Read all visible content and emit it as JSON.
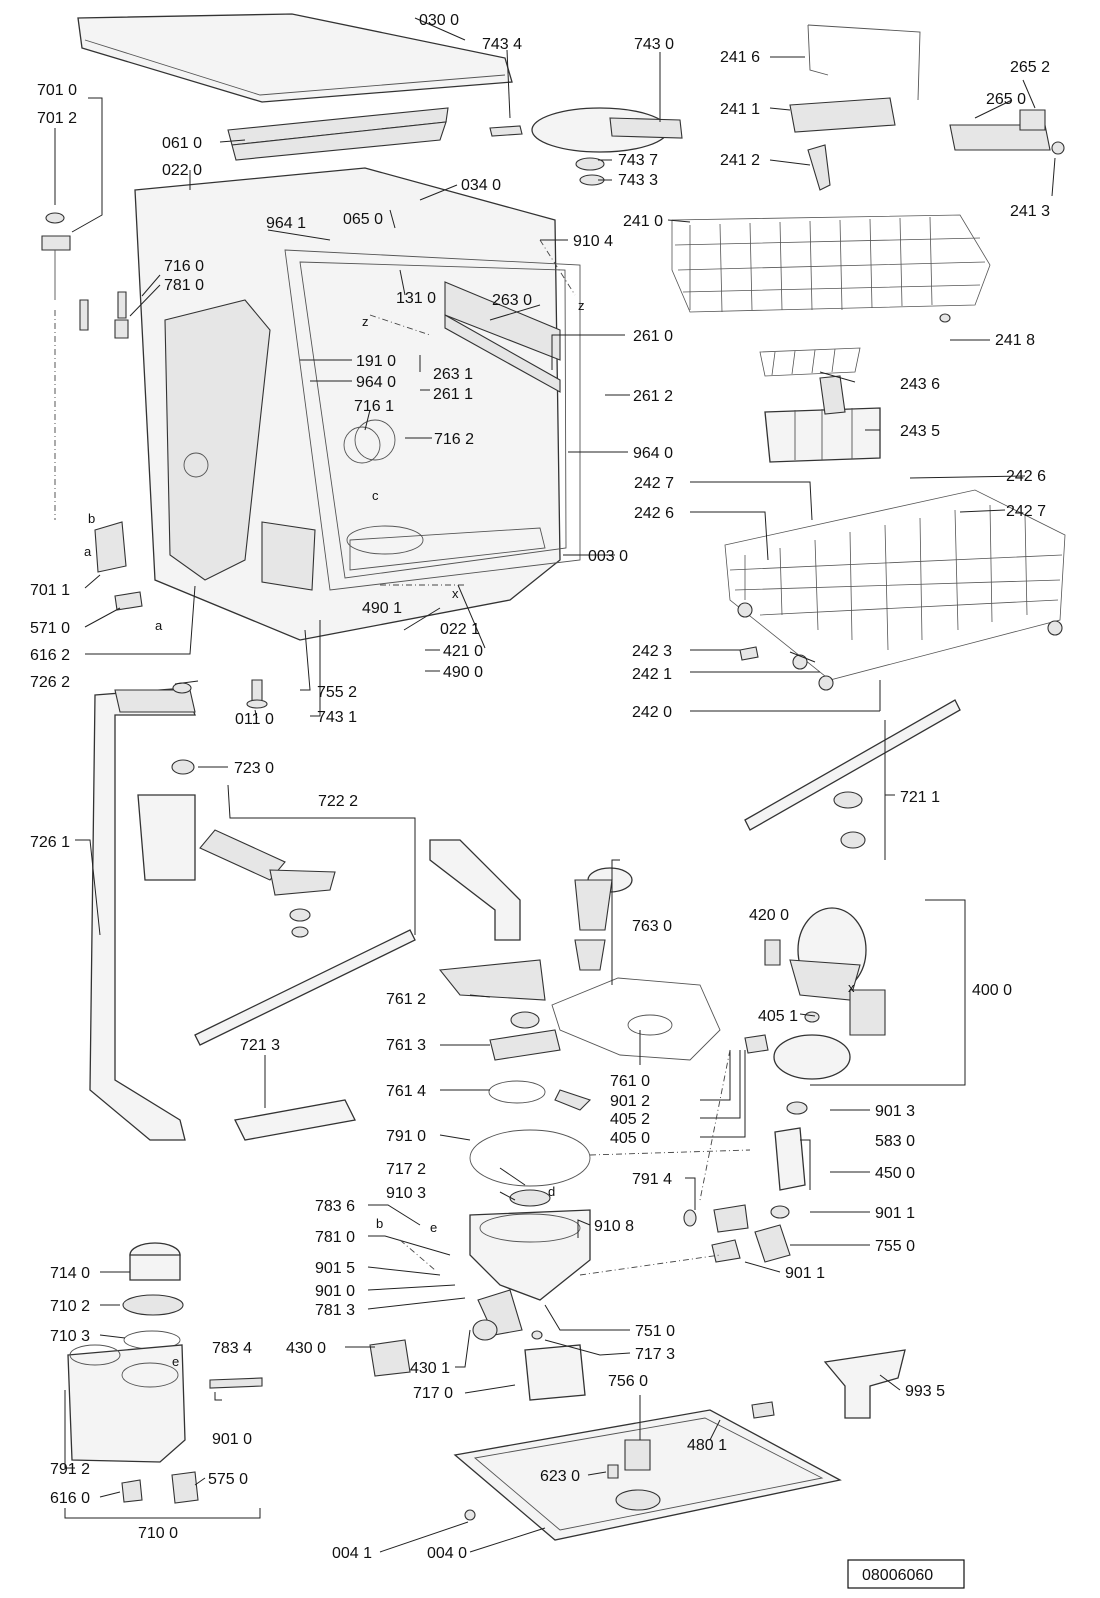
{
  "labels": [
    {
      "id": "0300",
      "text": "030 0"
    },
    {
      "id": "7434",
      "text": "743 4"
    },
    {
      "id": "7430",
      "text": "743 0"
    },
    {
      "id": "2416",
      "text": "241 6"
    },
    {
      "id": "2652",
      "text": "265 2"
    },
    {
      "id": "2650",
      "text": "265 0"
    },
    {
      "id": "7010",
      "text": "701 0"
    },
    {
      "id": "7012",
      "text": "701 2"
    },
    {
      "id": "2411",
      "text": "241 1"
    },
    {
      "id": "0610",
      "text": "061 0"
    },
    {
      "id": "7437",
      "text": "743 7"
    },
    {
      "id": "2412",
      "text": "241 2"
    },
    {
      "id": "0220",
      "text": "022 0"
    },
    {
      "id": "7433",
      "text": "743 3"
    },
    {
      "id": "0340",
      "text": "034 0"
    },
    {
      "id": "2413",
      "text": "241 3"
    },
    {
      "id": "9641a",
      "text": "964 1"
    },
    {
      "id": "0650",
      "text": "065 0"
    },
    {
      "id": "2410",
      "text": "241 0"
    },
    {
      "id": "9104",
      "text": "910 4"
    },
    {
      "id": "7160",
      "text": "716 0"
    },
    {
      "id": "7810a",
      "text": "781 0"
    },
    {
      "id": "1310",
      "text": "131 0"
    },
    {
      "id": "2630",
      "text": "263 0"
    },
    {
      "id": "2418",
      "text": "241 8"
    },
    {
      "id": "2610",
      "text": "261 0"
    },
    {
      "id": "1910",
      "text": "191 0"
    },
    {
      "id": "2631",
      "text": "263 1"
    },
    {
      "id": "9640a",
      "text": "964 0"
    },
    {
      "id": "2611",
      "text": "261 1"
    },
    {
      "id": "2436",
      "text": "243 6"
    },
    {
      "id": "2612",
      "text": "261 2"
    },
    {
      "id": "7161",
      "text": "716 1"
    },
    {
      "id": "7162",
      "text": "716 2"
    },
    {
      "id": "2435",
      "text": "243 5"
    },
    {
      "id": "9640b",
      "text": "964 0"
    },
    {
      "id": "2427a",
      "text": "242 7"
    },
    {
      "id": "2426a",
      "text": "242 6"
    },
    {
      "id": "2426b",
      "text": "242 6"
    },
    {
      "id": "2427b",
      "text": "242 7"
    },
    {
      "id": "0030",
      "text": "003 0"
    },
    {
      "id": "7011",
      "text": "701 1"
    },
    {
      "id": "4901",
      "text": "490 1"
    },
    {
      "id": "5710",
      "text": "571 0"
    },
    {
      "id": "0221",
      "text": "022 1"
    },
    {
      "id": "2423",
      "text": "242 3"
    },
    {
      "id": "4210",
      "text": "421 0"
    },
    {
      "id": "6162",
      "text": "616 2"
    },
    {
      "id": "2421",
      "text": "242 1"
    },
    {
      "id": "4900",
      "text": "490 0"
    },
    {
      "id": "7262",
      "text": "726 2"
    },
    {
      "id": "7552",
      "text": "755 2"
    },
    {
      "id": "2420",
      "text": "242 0"
    },
    {
      "id": "0110",
      "text": "011 0"
    },
    {
      "id": "7431",
      "text": "743 1"
    },
    {
      "id": "7230",
      "text": "723 0"
    },
    {
      "id": "7222",
      "text": "722 2"
    },
    {
      "id": "7211",
      "text": "721 1"
    },
    {
      "id": "7261",
      "text": "726 1"
    },
    {
      "id": "7630",
      "text": "763 0"
    },
    {
      "id": "4200",
      "text": "420 0"
    },
    {
      "id": "4000",
      "text": "400 0"
    },
    {
      "id": "7612",
      "text": "761 2"
    },
    {
      "id": "4051",
      "text": "405 1"
    },
    {
      "id": "7213",
      "text": "721 3"
    },
    {
      "id": "7613",
      "text": "761 3"
    },
    {
      "id": "7610",
      "text": "761 0"
    },
    {
      "id": "7614",
      "text": "761 4"
    },
    {
      "id": "9012",
      "text": "901 2"
    },
    {
      "id": "4052",
      "text": "405 2"
    },
    {
      "id": "9013",
      "text": "901 3"
    },
    {
      "id": "4050",
      "text": "405 0"
    },
    {
      "id": "7910",
      "text": "791 0"
    },
    {
      "id": "5830",
      "text": "583 0"
    },
    {
      "id": "7172",
      "text": "717 2"
    },
    {
      "id": "4500",
      "text": "450 0"
    },
    {
      "id": "7914",
      "text": "791 4"
    },
    {
      "id": "9103",
      "text": "910 3"
    },
    {
      "id": "7836",
      "text": "783 6"
    },
    {
      "id": "9108",
      "text": "910 8"
    },
    {
      "id": "9011a",
      "text": "901 1"
    },
    {
      "id": "7810b",
      "text": "781 0"
    },
    {
      "id": "7550",
      "text": "755 0"
    },
    {
      "id": "7140",
      "text": "714 0"
    },
    {
      "id": "9015",
      "text": "901 5"
    },
    {
      "id": "9011b",
      "text": "901 1"
    },
    {
      "id": "9010a",
      "text": "901 0"
    },
    {
      "id": "7102",
      "text": "710 2"
    },
    {
      "id": "7813",
      "text": "781 3"
    },
    {
      "id": "7510",
      "text": "751 0"
    },
    {
      "id": "7103",
      "text": "710 3"
    },
    {
      "id": "7834",
      "text": "783 4"
    },
    {
      "id": "4300",
      "text": "430 0"
    },
    {
      "id": "7173",
      "text": "717 3"
    },
    {
      "id": "4301",
      "text": "430 1"
    },
    {
      "id": "7170",
      "text": "717 0"
    },
    {
      "id": "9935",
      "text": "993 5"
    },
    {
      "id": "7560",
      "text": "756 0"
    },
    {
      "id": "9010b",
      "text": "901 0"
    },
    {
      "id": "4801",
      "text": "480 1"
    },
    {
      "id": "7912",
      "text": "791 2"
    },
    {
      "id": "5750",
      "text": "575 0"
    },
    {
      "id": "6230",
      "text": "623 0"
    },
    {
      "id": "6160",
      "text": "616 0"
    },
    {
      "id": "7100",
      "text": "710 0"
    },
    {
      "id": "0041",
      "text": "004 1"
    },
    {
      "id": "0040",
      "text": "004 0"
    }
  ],
  "markers": [
    {
      "id": "z1",
      "text": "z"
    },
    {
      "id": "z2",
      "text": "z"
    },
    {
      "id": "c",
      "text": "c"
    },
    {
      "id": "x1",
      "text": "x"
    },
    {
      "id": "b1",
      "text": "b"
    },
    {
      "id": "a1",
      "text": "a"
    },
    {
      "id": "a2",
      "text": "a"
    },
    {
      "id": "x2",
      "text": "x"
    },
    {
      "id": "d",
      "text": "d"
    },
    {
      "id": "e1",
      "text": "e"
    },
    {
      "id": "b2",
      "text": "b"
    },
    {
      "id": "e2",
      "text": "e"
    }
  ],
  "reference": "08006060"
}
